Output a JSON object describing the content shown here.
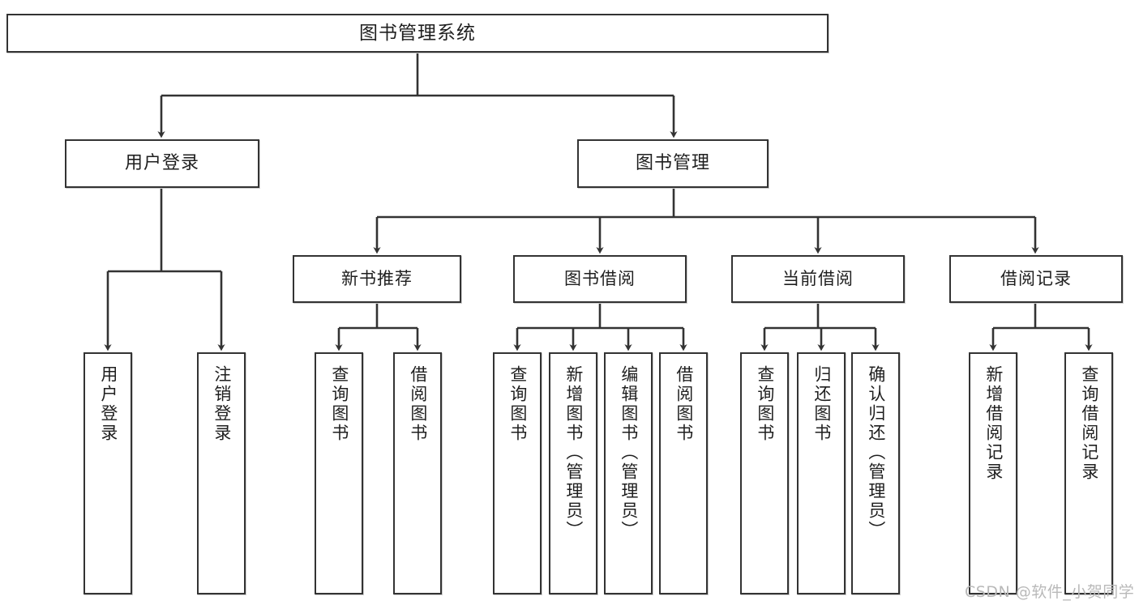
{
  "diagram": {
    "title": "图书管理系统",
    "type": "功能结构图",
    "stroke_color": "#333333",
    "text_color": "#1f1f1f",
    "background_color": "#ffffff"
  },
  "root": {
    "label": "图书管理系统"
  },
  "level2": [
    {
      "label": "用户登录"
    },
    {
      "label": "图书管理"
    }
  ],
  "level3": [
    {
      "label": "新书推荐"
    },
    {
      "label": "图书借阅"
    },
    {
      "label": "当前借阅"
    },
    {
      "label": "借阅记录"
    }
  ],
  "leaves": {
    "user_login": [
      {
        "label": "用户登录"
      },
      {
        "label": "注销登录"
      }
    ],
    "new_book": [
      {
        "label": "查询图书"
      },
      {
        "label": "借阅图书"
      }
    ],
    "book_borrow": [
      {
        "label": "查询图书"
      },
      {
        "label": "新增图书（管理员）"
      },
      {
        "label": "编辑图书（管理员）"
      },
      {
        "label": "借阅图书"
      }
    ],
    "current_borrow": [
      {
        "label": "查询图书"
      },
      {
        "label": "归还图书"
      },
      {
        "label": "确认归还（管理员）"
      }
    ],
    "borrow_record": [
      {
        "label": "新增借阅记录"
      },
      {
        "label": "查询借阅记录"
      }
    ]
  },
  "watermark": {
    "text": "CSDN @软件_小贺同学",
    "color": "#b9b9b9"
  }
}
